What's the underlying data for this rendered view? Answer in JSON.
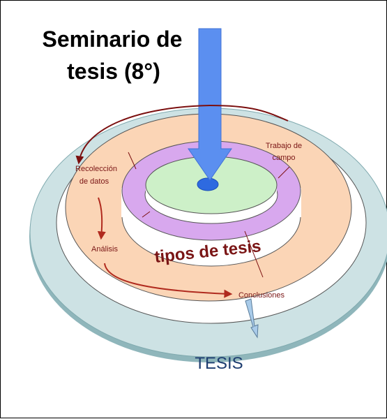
{
  "title": {
    "line1": "Seminario de",
    "line2": "tesis (8°)"
  },
  "labels": {
    "trabajo_line1": "Trabajo de",
    "trabajo_line2": "campo",
    "recoleccion_line1": "Recolección",
    "recoleccion_line2": "de datos",
    "analisis": "Análisis",
    "tipos": "tipos de tesis",
    "conclusiones": "Conclusiones",
    "tesis": "TESIS"
  },
  "colors": {
    "outer_ring": "#cde2e4",
    "orange_ring": "#fbd5b6",
    "purple_ring": "#d8a8ee",
    "center_disc": "#cdf0c8",
    "big_arrow": "#5b8ff0",
    "label_text": "#7a1515",
    "arc_arrow": "#7b0f0f",
    "small_arrow": "#a9cbe9",
    "hub": "#2e6ae0"
  }
}
